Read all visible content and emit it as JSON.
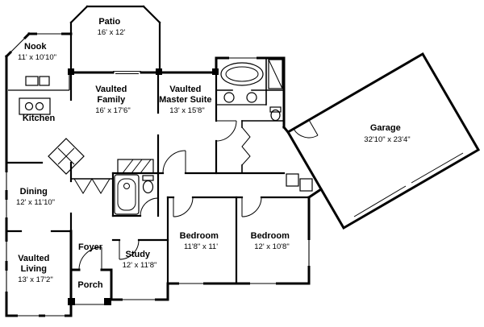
{
  "plan": {
    "background": "#ffffff",
    "line_color": "#000000",
    "rooms": {
      "patio": {
        "label": [
          "Patio",
          "16' x 12'"
        ]
      },
      "nook": {
        "label": [
          "Nook",
          "11' x 10'10\""
        ]
      },
      "kitchen": {
        "label": [
          "Kitchen"
        ]
      },
      "family": {
        "label": [
          "Vaulted",
          "Family",
          "16' x 17'6\""
        ]
      },
      "master": {
        "label": [
          "Vaulted",
          "Master Suite",
          "13' x 15'8\""
        ]
      },
      "garage": {
        "label": [
          "Garage",
          "32'10\" x 23'4\""
        ]
      },
      "dining": {
        "label": [
          "Dining",
          "12' x 11'10\""
        ]
      },
      "living": {
        "label": [
          "Vaulted",
          "Living",
          "13' x 17'2\""
        ]
      },
      "foyer": {
        "label": [
          "Foyer"
        ]
      },
      "porch": {
        "label": [
          "Porch"
        ]
      },
      "study": {
        "label": [
          "Study",
          "12' x 11'8\""
        ]
      },
      "bedroom1": {
        "label": [
          "Bedroom",
          "11'8\" x 11'"
        ]
      },
      "bedroom2": {
        "label": [
          "Bedroom",
          "12' x 10'8\""
        ]
      }
    }
  }
}
